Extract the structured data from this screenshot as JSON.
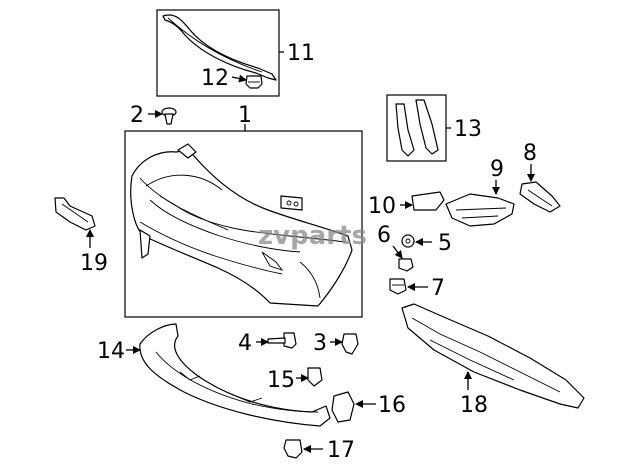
{
  "watermark": "zvparts",
  "callouts": {
    "c1": "1",
    "c2": "2",
    "c3": "3",
    "c4": "4",
    "c5": "5",
    "c6": "6",
    "c7": "7",
    "c8": "8",
    "c9": "9",
    "c10": "10",
    "c11": "11",
    "c12": "12",
    "c13": "13",
    "c14": "14",
    "c15": "15",
    "c16": "16",
    "c17": "17",
    "c18": "18",
    "c19": "19"
  }
}
